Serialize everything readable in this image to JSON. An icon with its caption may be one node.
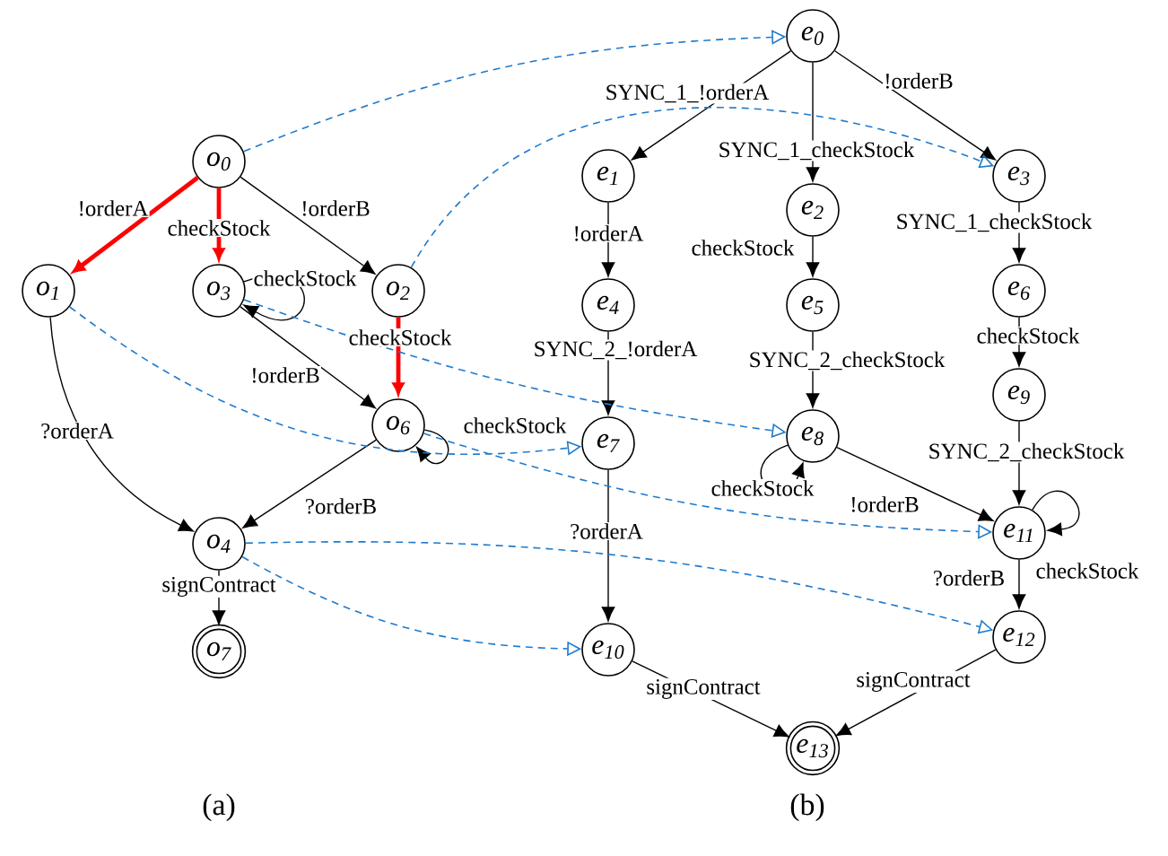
{
  "diagram": {
    "nodes": [
      {
        "text": [
          "o$_{0}$"
        ]
      },
      {
        "text": [
          "o$_{1}$"
        ]
      },
      {
        "text": [
          "o$_{3}$"
        ]
      },
      {
        "text": [
          "o$_{2}$"
        ]
      },
      {
        "text": [
          "o$_{6}$"
        ]
      },
      {
        "text": [
          "o$_{4}$"
        ]
      },
      {
        "text": [
          "o$_{7}$"
        ]
      },
      {
        "text": [
          "e$_{0}$"
        ]
      },
      {
        "text": [
          "e$_{1}$"
        ]
      },
      {
        "text": [
          "e$_{2}$"
        ]
      },
      {
        "text": [
          "e$_{3}$"
        ]
      },
      {
        "text": [
          "e$_{4}$"
        ]
      },
      {
        "text": [
          "e$_{5}$"
        ]
      },
      {
        "text": [
          "e$_{6}$"
        ]
      },
      {
        "text": [
          "e$_{7}$"
        ]
      },
      {
        "text": [
          "e$_{8}$"
        ]
      },
      {
        "text": [
          "e$_{9}$"
        ]
      },
      {
        "text": [
          "e$_{11}$"
        ]
      },
      {
        "text": [
          "e$_{10}$"
        ]
      },
      {
        "text": [
          "e$_{12}$"
        ]
      },
      {
        "text": [
          "e$_{13}$"
        ]
      }
    ],
    "edges": [
      {
        "from": 0,
        "to": 1,
        "arrow": "to",
        "label": "!orderA",
        "style": "thick",
        "color": "#ff0000"
      },
      {
        "from": 0,
        "to": 2,
        "arrow": "to",
        "label": "checkStock",
        "style": "thick",
        "color": "#ff0000"
      },
      {
        "from": 0,
        "to": 3,
        "arrow": "to",
        "label": "!orderB"
      },
      {
        "from": 2,
        "to": 2,
        "arrow": "to",
        "label": "checkStock"
      },
      {
        "from": 3,
        "to": 4,
        "arrow": "to",
        "label": "checkStock",
        "style": "thick",
        "color": "#ff0000"
      },
      {
        "from": 2,
        "to": 4,
        "arrow": "to",
        "label": "!orderB"
      },
      {
        "from": 4,
        "to": 4,
        "arrow": "to",
        "label": "checkStock"
      },
      {
        "from": 1,
        "to": 5,
        "arrow": "to",
        "label": "?orderA"
      },
      {
        "from": 4,
        "to": 5,
        "arrow": "to",
        "label": "?orderB"
      },
      {
        "from": 5,
        "to": 6,
        "arrow": "to",
        "label": "signContract"
      },
      {
        "from": 7,
        "to": 8,
        "arrow": "to",
        "label": "SYNC_1_!orderA"
      },
      {
        "from": 7,
        "to": 9,
        "arrow": "to",
        "label": "SYNC_1_checkStock"
      },
      {
        "from": 7,
        "to": 10,
        "arrow": "to",
        "label": "!orderB"
      },
      {
        "from": 8,
        "to": 11,
        "arrow": "to",
        "label": "!orderA"
      },
      {
        "from": 9,
        "to": 12,
        "arrow": "to",
        "label": "checkStock"
      },
      {
        "from": 10,
        "to": 13,
        "arrow": "to",
        "label": "SYNC_1_checkStock"
      },
      {
        "from": 11,
        "to": 14,
        "arrow": "to",
        "label": "SYNC_2_!orderA"
      },
      {
        "from": 12,
        "to": 15,
        "arrow": "to",
        "label": "SYNC_2_checkStock"
      },
      {
        "from": 13,
        "to": 16,
        "arrow": "to",
        "label": "checkStock"
      },
      {
        "from": 15,
        "to": 15,
        "arrow": "to",
        "label": "checkStock"
      },
      {
        "from": 16,
        "to": 17,
        "arrow": "to",
        "label": "SYNC_2_checkStock"
      },
      {
        "from": 15,
        "to": 17,
        "arrow": "to",
        "label": "!orderB"
      },
      {
        "from": 17,
        "to": 17,
        "arrow": "to",
        "label": "checkStock"
      },
      {
        "from": 14,
        "to": 18,
        "arrow": "to",
        "label": "?orderA"
      },
      {
        "from": 17,
        "to": 19,
        "arrow": "to",
        "label": "?orderB"
      },
      {
        "from": 18,
        "to": 20,
        "arrow": "to",
        "label": "signContract"
      },
      {
        "from": 19,
        "to": 20,
        "arrow": "to",
        "label": "signContract"
      },
      {
        "from": 0,
        "to": 7,
        "arrow": "to",
        "style": "dashed",
        "color": "#1f7acc"
      },
      {
        "from": 3,
        "to": 10,
        "arrow": "to",
        "style": "dashed",
        "color": "#1f7acc"
      },
      {
        "from": 2,
        "to": 15,
        "arrow": "to",
        "style": "dashed",
        "color": "#1f7acc"
      },
      {
        "from": 1,
        "to": 14,
        "arrow": "to",
        "style": "dashed",
        "color": "#1f7acc"
      },
      {
        "from": 4,
        "to": 17,
        "arrow": "to",
        "style": "dashed",
        "color": "#1f7acc"
      },
      {
        "from": 5,
        "to": 19,
        "arrow": "to",
        "style": "dashed",
        "color": "#1f7acc"
      },
      {
        "from": 5,
        "to": 18,
        "arrow": "to",
        "style": "dashed",
        "color": "#1f7acc"
      }
    ],
    "labels": [
      "(a)",
      "(b)"
    ]
  }
}
